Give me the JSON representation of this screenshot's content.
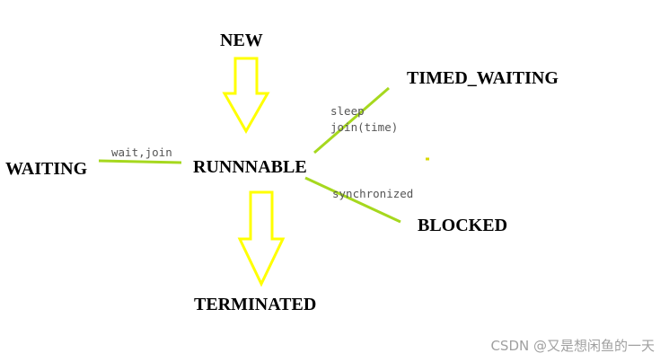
{
  "states": {
    "new": "NEW",
    "runnable": "RUNNNABLE",
    "timed_waiting": "TIMED_WAITING",
    "waiting": "WAITING",
    "blocked": "BLOCKED",
    "terminated": "TERMINATED"
  },
  "edges": {
    "waiting_label": "wait,join",
    "timed_waiting_label_1": "sleep",
    "timed_waiting_label_2": "join(time)",
    "blocked_label": "synchronized"
  },
  "colors": {
    "arrow": "#ffff00",
    "arrow_outline": "#e6e600",
    "line": "#a6d81e"
  },
  "watermark": "CSDN @又是想闲鱼的一天"
}
